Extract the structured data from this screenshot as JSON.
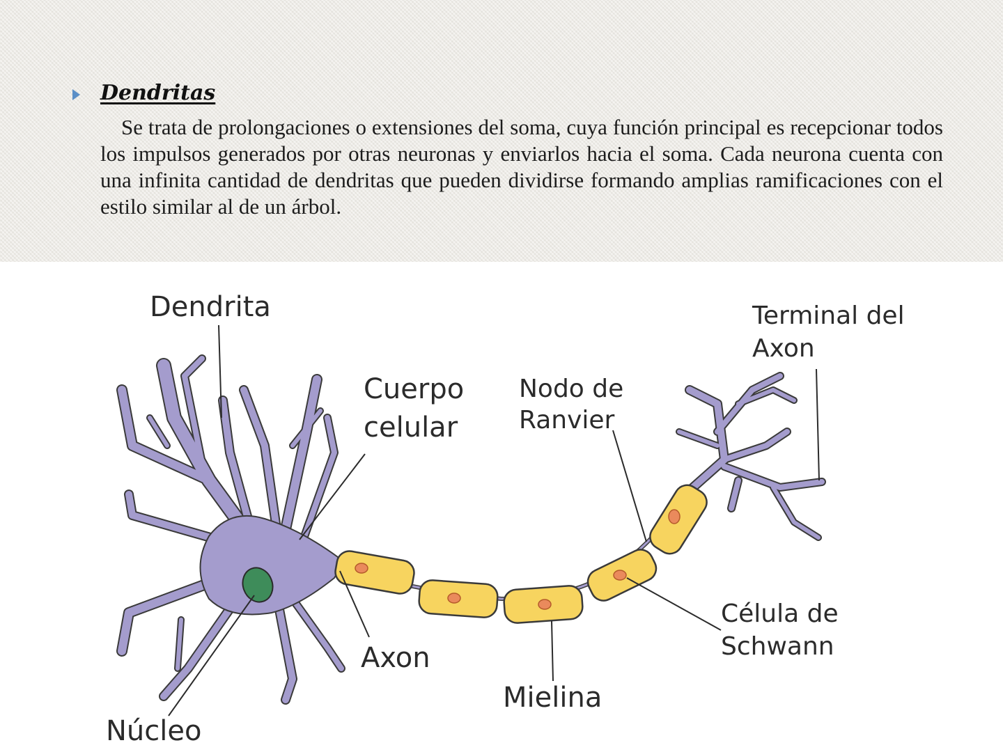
{
  "slide": {
    "heading": "Dendritas",
    "paragraph": "Se trata de prolongaciones o extensiones del soma, cuya función principal es recepcionar todos los impulsos generados por otras neuronas y enviarlos hacia el soma. Cada neurona cuenta con una infinita cantidad de dendritas que pueden dividirse formando amplias ramificaciones con el estilo similar al de un árbol."
  },
  "diagram": {
    "labels": {
      "dendrita": "Dendrita",
      "cuerpo_line1": "Cuerpo",
      "cuerpo_line2": "celular",
      "nodo_line1": "Nodo de",
      "nodo_line2": "Ranvier",
      "terminal_line1": "Terminal del",
      "terminal_line2": "Axon",
      "axon": "Axon",
      "mielina": "Mielina",
      "schwann_line1": "Célula de",
      "schwann_line2": "Schwann",
      "nucleo": "Núcleo"
    },
    "colors": {
      "neuron": "#a49ccd",
      "outline": "#3a3a3a",
      "myelin": "#f7d45f",
      "nucleus_schwann": "#ea8a5c",
      "nucleus": "#3e8c5a",
      "accent": "#5b8fc7"
    }
  }
}
